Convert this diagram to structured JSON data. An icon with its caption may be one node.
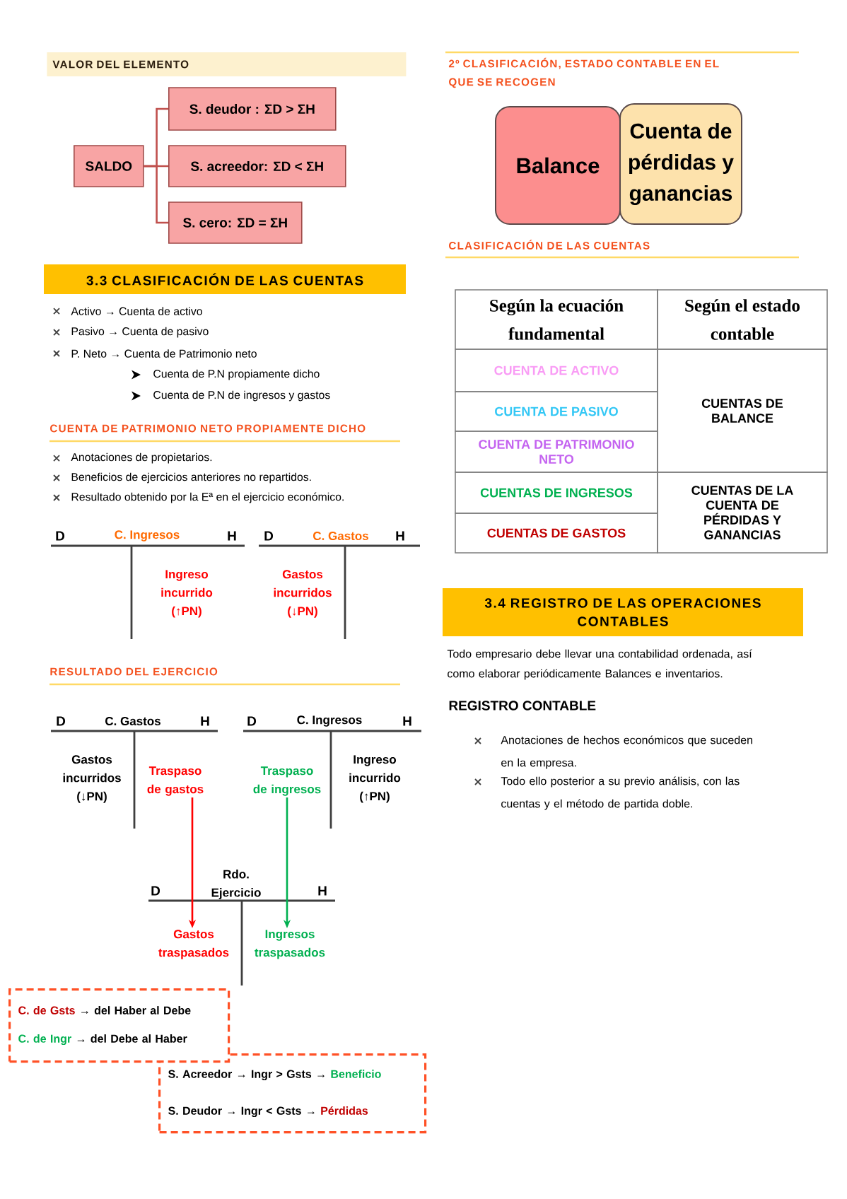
{
  "diagram": {
    "nodes": [
      {
        "text": [
          "VALOR DEL ELEMENTO"
        ]
      },
      {
        "text": [
          "SALDO"
        ]
      },
      {
        "text": [
          "S. deudor : ΣD > ΣH"
        ]
      },
      {
        "text": [
          "S. acreedor: ΣD < ΣH"
        ]
      },
      {
        "text": [
          "S. cero: ΣD = ΣH"
        ]
      },
      {
        "text": [
          "3.3 CLASIFICACIÓN DE LAS CUENTAS"
        ]
      },
      {
        "text": [
          "Traspaso de gastos"
        ]
      },
      {
        "text": [
          "Traspaso de ingresos"
        ]
      },
      {
        "text": [
          "Gastos traspasados"
        ]
      },
      {
        "text": [
          "Ingresos traspasados"
        ]
      },
      {
        "text": [
          "C. de Gsts",
          "→ del Haber al Debe",
          "C. de Ingr",
          "→ del Debe al Haber"
        ]
      },
      {
        "text": [
          "S. Acreedor → Ingr > Gsts →",
          "Beneficio",
          "S. Deudor → Ingr < Gsts →",
          "Pérdidas"
        ]
      },
      {
        "text": [
          "Balance"
        ]
      },
      {
        "text": [
          "Cuenta de pérdidas y ganancias"
        ]
      },
      {
        "text": [
          "3.4 REGISTRO DE LAS OPERACIONES CONTABLES"
        ]
      }
    ],
    "edges": [
      {
        "from": 1,
        "to": 2,
        "arrow": "none"
      },
      {
        "from": 1,
        "to": 3,
        "arrow": "none"
      },
      {
        "from": 1,
        "to": 4,
        "arrow": "none"
      },
      {
        "from": 6,
        "to": 8,
        "arrow": "to",
        "color": "#ff0000"
      },
      {
        "from": 7,
        "to": 9,
        "arrow": "to",
        "color": "#00b050"
      }
    ],
    "labels": [
      "Activo → Cuenta de activo",
      "Pasivo → Cuenta de pasivo",
      "P. Neto → Cuenta de Patrimonio neto",
      "Cuenta de P.N propiamente dicho",
      "Cuenta de P.N de ingresos y gastos",
      "CUENTA DE PATRIMONIO NETO PROPIAMENTE DICHO",
      "Anotaciones de propietarios.",
      "Beneficios de ejercicios anteriores no repartidos.",
      "Resultado obtenido por la Eª en el ejercicio económico.",
      "D",
      "C. Ingresos",
      "H",
      "D",
      "C. Gastos",
      "H",
      "Ingreso incurrido (↑PN)",
      "Gastos incurridos (↓PN)",
      "RESULTADO DEL EJERCICIO",
      "D",
      "C. Gastos",
      "H",
      "D",
      "C. Ingresos",
      "H",
      "Gastos incurridos (↓PN)",
      "Ingreso incurrido (↑PN)",
      "Rdo. Ejercicio",
      "D",
      "H",
      "2º CLASIFICACIÓN, ESTADO CONTABLE EN EL QUE SE RECOGEN",
      "CLASIFICACIÓN DE LAS CUENTAS",
      "Según la ecuación fundamental",
      "Según el estado contable",
      "CUENTA DE ACTIVO",
      "CUENTAS DE BALANCE",
      "CUENTA DE PASIVO",
      "CUENTA DE PATRIMONIO NETO",
      "CUENTAS DE INGRESOS",
      "CUENTAS DE LA CUENTA DE PÉRDIDAS Y GANANCIAS",
      "CUENTAS DE GASTOS",
      "Todo empresario debe llevar una contabilidad ordenada, así como elaborar periódicamente Balances e inventarios.",
      "REGISTRO CONTABLE",
      "Anotaciones de hechos económicos que suceden en la empresa.",
      "Todo ello posterior a su previo análisis, con las cuentas y el método de partida doble."
    ]
  }
}
